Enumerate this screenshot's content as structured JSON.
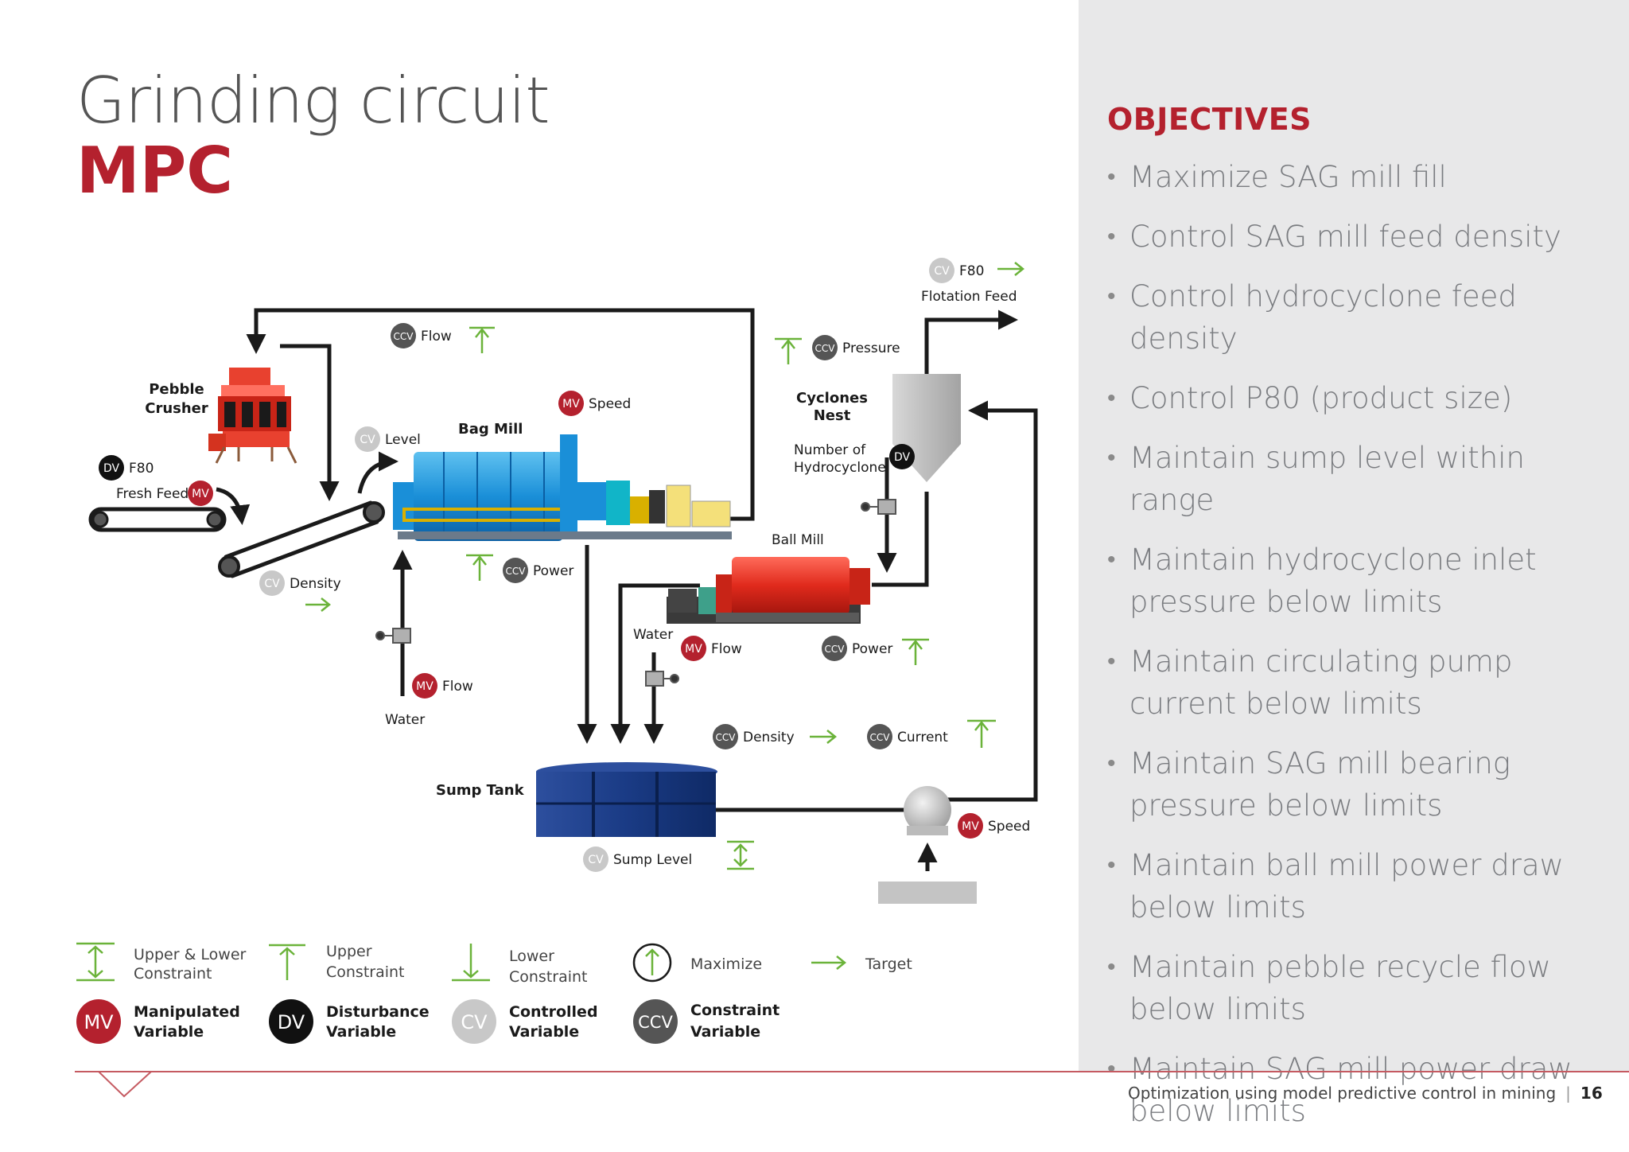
{
  "title": {
    "line1": "Grinding circuit",
    "line2": "MPC"
  },
  "objectives": {
    "heading": "OBJECTIVES",
    "items": [
      "Maximize SAG mill fill",
      "Control SAG mill feed density",
      "Control hydrocyclone feed density",
      "Control P80 (product size)",
      "Maintain sump level within range",
      "Maintain hydrocyclone inlet pressure below limits",
      "Maintain circulating pump current below limits",
      "Maintain SAG mill bearing pressure below limits",
      "Maintain ball mill power draw below limits",
      "Maintain pebble recycle flow below limits",
      "Maintain SAG mill power draw below limits"
    ]
  },
  "diagram": {
    "equipment": {
      "pebble_crusher": "Pebble Crusher",
      "bag_mill": "Bag Mill",
      "ball_mill": "Ball Mill",
      "cyclones_nest": "Cyclones Nest",
      "sump_tank": "Sump Tank",
      "flotation_feed": "Flotation Feed",
      "fresh_feed": "Fresh Feed",
      "number_of_hydrocyclone": "Number of Hydrocyclone",
      "water_left": "Water",
      "water_mid": "Water"
    },
    "badges": {
      "dv_f80": {
        "type": "DV",
        "label": "F80"
      },
      "mv_fresh_feed": {
        "type": "MV",
        "label": ""
      },
      "cv_density": {
        "type": "CV",
        "label": "Density"
      },
      "cv_level": {
        "type": "CV",
        "label": "Level"
      },
      "ccv_flow_top": {
        "type": "CCV",
        "label": "Flow"
      },
      "mv_speed_bag": {
        "type": "MV",
        "label": "Speed"
      },
      "ccv_power_bag": {
        "type": "CCV",
        "label": "Power"
      },
      "mv_flow_water": {
        "type": "MV",
        "label": "Flow"
      },
      "ccv_pressure": {
        "type": "CCV",
        "label": "Pressure"
      },
      "cv_f80": {
        "type": "CV",
        "label": "F80"
      },
      "dv_cyclones": {
        "type": "DV",
        "label": ""
      },
      "mv_flow_mid": {
        "type": "MV",
        "label": "Flow"
      },
      "ccv_power_ball": {
        "type": "CCV",
        "label": "Power"
      },
      "ccv_density_sump": {
        "type": "CCV",
        "label": "Density"
      },
      "ccv_current": {
        "type": "CCV",
        "label": "Current"
      },
      "mv_speed_pump": {
        "type": "MV",
        "label": "Speed"
      },
      "cv_sump_level": {
        "type": "CV",
        "label": "Sump Level"
      }
    }
  },
  "legend": {
    "upper_lower": "Upper & Lower Constraint",
    "upper": "Upper Constraint",
    "lower": "Lower Constraint",
    "maximize": "Maximize",
    "target": "Target",
    "mv": {
      "badge": "MV",
      "line1": "Manipulated",
      "line2": "Variable"
    },
    "dv": {
      "badge": "DV",
      "line1": "Disturbance",
      "line2": "Variable"
    },
    "cv": {
      "badge": "CV",
      "line1": "Controlled",
      "line2": "Variable"
    },
    "ccv": {
      "badge": "CCV",
      "line1": "Constraint",
      "line2": "Variable"
    },
    "upper_lower_l1": "Upper & Lower",
    "upper_lower_l2": "Constraint",
    "upper_l1": "Upper",
    "upper_l2": "Constraint",
    "lower_l1": "Lower",
    "lower_l2": "Constraint"
  },
  "footer": {
    "text": "Optimization using model predictive control in mining",
    "page": "16"
  },
  "colors": {
    "brand_red": "#b4212e",
    "mv": "#b4212e",
    "dv": "#111111",
    "cv": "#c8c8c8",
    "ccv": "#555555",
    "arrow_green": "#6bb33a",
    "panel": "#e8e8e9"
  }
}
